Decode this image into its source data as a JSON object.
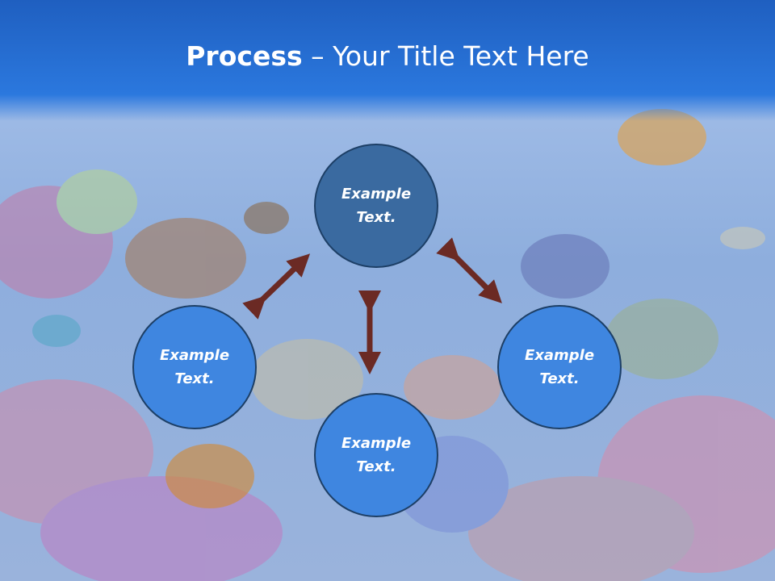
{
  "slide": {
    "title_bold": "Process",
    "title_rest": " – Your Title Text Here"
  },
  "nodes": {
    "top": "Example Text.",
    "left": "Example Text.",
    "right": "Example Text.",
    "bottom": "Example Text."
  },
  "colors": {
    "title_bar": "#2b78de",
    "node_top": "#3a6aa0",
    "node_other": "#3f86e0",
    "node_border": "#1d3f66",
    "arrow": "#6b2a24"
  }
}
